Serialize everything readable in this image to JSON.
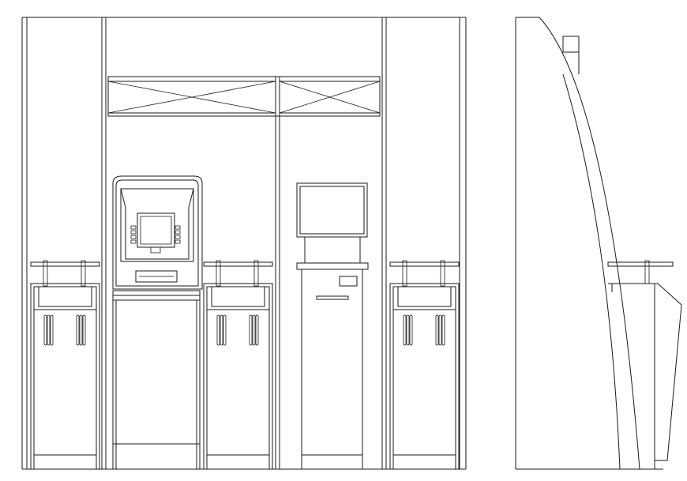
{
  "drawing": {
    "type": "cad-elevation",
    "line_color": "#1a1a1a",
    "background": "#ffffff",
    "views": [
      {
        "name": "front-elevation",
        "components": [
          "frame-posts",
          "header-braces",
          "atm-unit",
          "info-kiosk",
          "counter-stations",
          "glass-shelves"
        ]
      },
      {
        "name": "side-elevation",
        "components": [
          "curved-back-panel",
          "glass-shelf",
          "counter-body"
        ]
      }
    ],
    "counter_stations": 3,
    "text_labels": []
  }
}
